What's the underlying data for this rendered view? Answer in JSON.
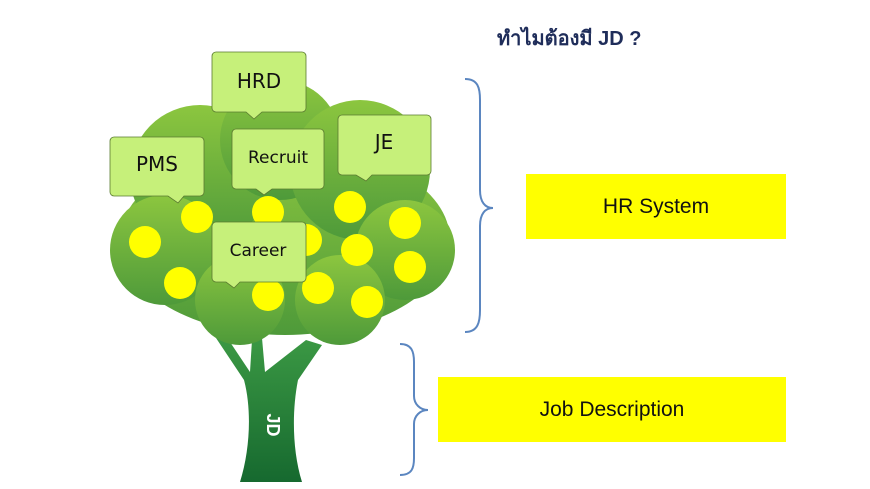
{
  "title": "ทำไมต้องมี JD ?",
  "tree": {
    "trunk_label": "JD",
    "bubbles": [
      "HRD",
      "PMS",
      "Recruit",
      "JE",
      "Career"
    ]
  },
  "boxes": {
    "hr_system": "HR System",
    "job_description": "Job Description"
  },
  "colors": {
    "canopy": "#6aaa3a",
    "trunk": "#2e8b3a",
    "fruit": "#ffff00",
    "bubble": "#c6f07a",
    "bracket": "#5b86c0",
    "highlight": "#ffff00"
  }
}
